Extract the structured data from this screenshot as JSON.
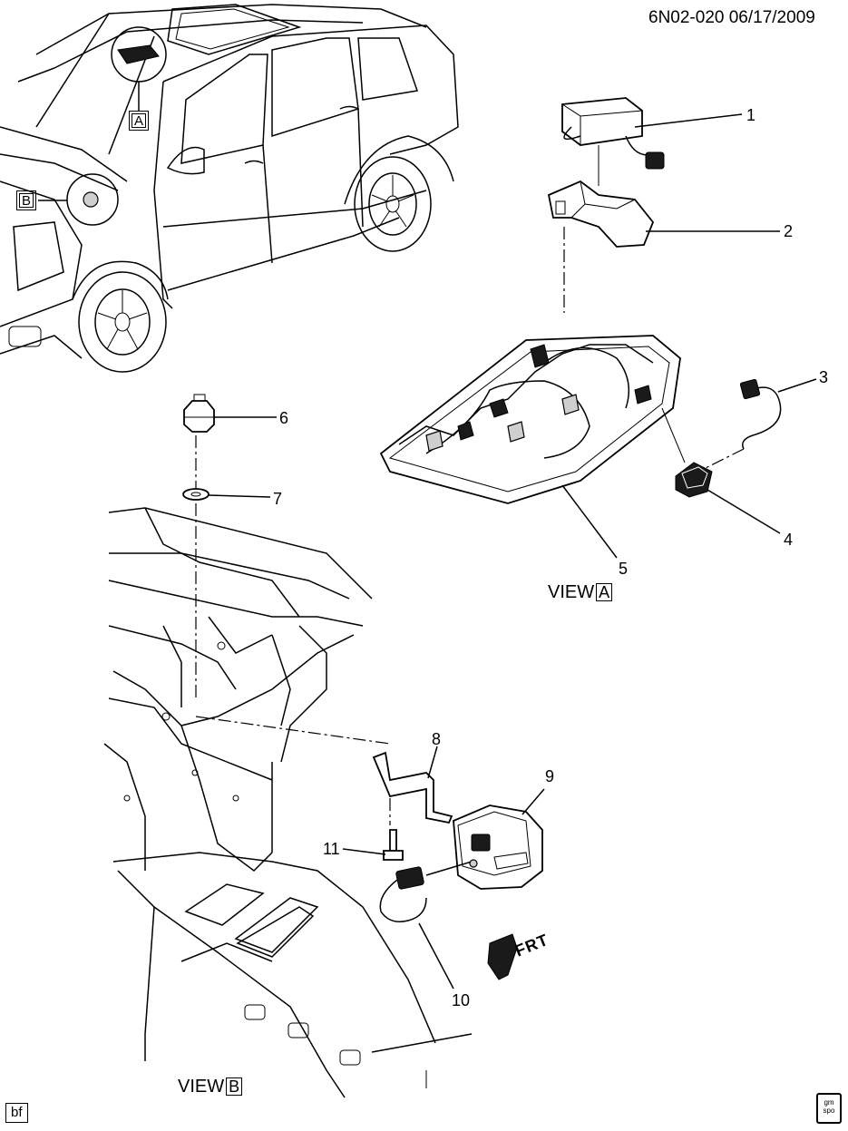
{
  "header": {
    "code_date": "6N02-020  06/17/2009"
  },
  "tags": {
    "a": "A",
    "b": "B"
  },
  "callouts": [
    "1",
    "2",
    "3",
    "4",
    "5",
    "6",
    "7",
    "8",
    "9",
    "10",
    "11"
  ],
  "views": {
    "a": {
      "prefix": "VIEW",
      "letter": "A"
    },
    "b": {
      "prefix": "VIEW",
      "letter": "B"
    }
  },
  "frt_label": "FRT",
  "footer": {
    "initials": "bf",
    "logo_line1": "gm",
    "logo_line2": "spo"
  }
}
